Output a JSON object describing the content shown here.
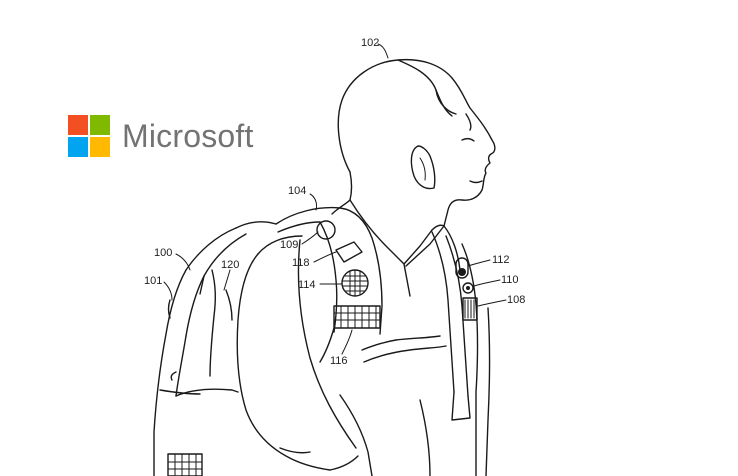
{
  "logo": {
    "wordmark": "Microsoft",
    "tile_colors": [
      "#f25022",
      "#7fba00",
      "#00a4ef",
      "#ffb900"
    ]
  },
  "labels": {
    "n102": "102",
    "n104": "104",
    "n100": "100",
    "n101": "101",
    "n109": "109",
    "n120": "120",
    "n118": "118",
    "n114": "114",
    "n116": "116",
    "n112": "112",
    "n110": "110",
    "n108": "108"
  }
}
